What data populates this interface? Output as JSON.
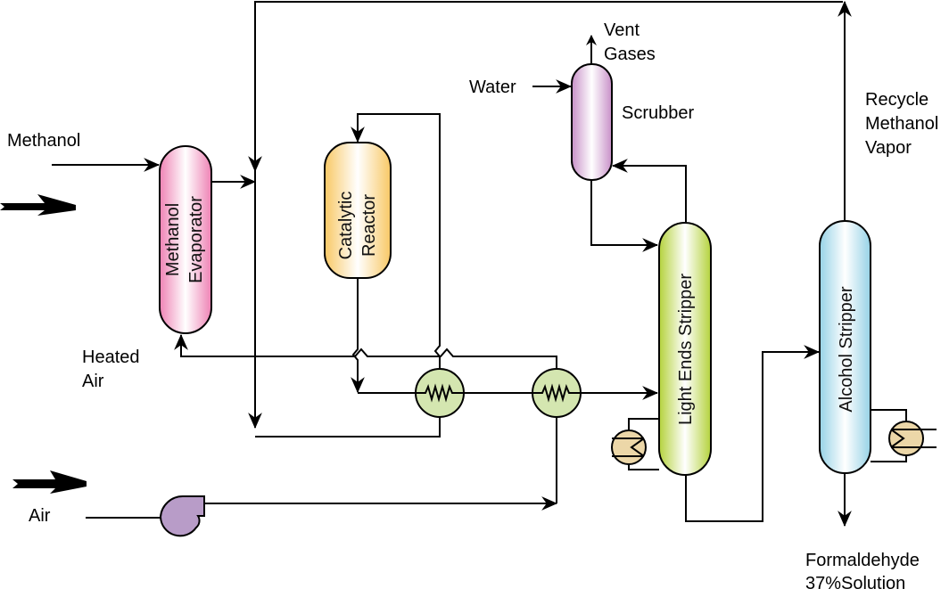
{
  "title": "Formaldehyde Production Process Flow Diagram",
  "equipment": {
    "methanol_evaporator": {
      "line1": "Methanol",
      "line2": "Evaporator",
      "color": "#ee82b4"
    },
    "catalytic_reactor": {
      "line1": "Catalytic",
      "line2": "Reactor",
      "color": "#f8c865"
    },
    "scrubber": {
      "label": "Scrubber",
      "color": "#c890c8"
    },
    "light_ends_stripper": {
      "label": "Light Ends Stripper",
      "color": "#b4d23c"
    },
    "alcohol_stripper": {
      "label": "Alcohol Stripper",
      "color": "#96d2e6"
    },
    "heat_exchanger_color": "#d4e6b0",
    "reboiler_color": "#ecd7a8",
    "blower_color": "#b89cc8"
  },
  "streams": {
    "methanol": "Methanol",
    "heated_air_1": "Heated",
    "heated_air_2": "Air",
    "air": "Air",
    "water": "Water",
    "vent_1": "Vent",
    "vent_2": "Gases",
    "recycle_1": "Recycle",
    "recycle_2": "Methanol",
    "recycle_3": "Vapor",
    "product_1": "Formaldehyde",
    "product_2": "37%Solution"
  }
}
